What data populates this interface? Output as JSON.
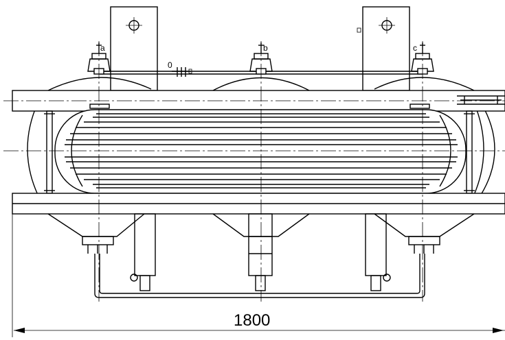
{
  "labels": {
    "left_terminal": "a",
    "middle_terminal": "b",
    "right_terminal": "c",
    "tap_label": "0"
  },
  "dimensions": {
    "overall_length": "1800"
  }
}
